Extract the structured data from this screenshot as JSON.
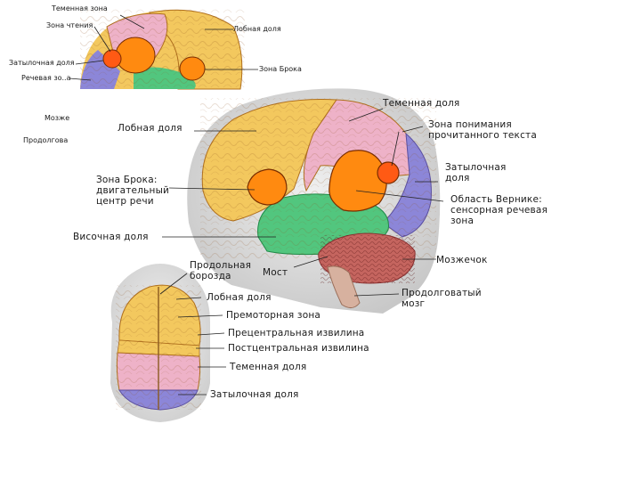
{
  "top_figure": {
    "labels": {
      "parietal_zone": "Теменная зона",
      "reading_zone": "Зона чтения",
      "frontal_lobe": "Лобная доля",
      "occipital_lobe": "Затылочная доля",
      "broca_zone": "Зона Брока",
      "speech_zone": "Речевая зо..а"
    }
  },
  "side_notes": {
    "cerebellum": "Мозже",
    "medulla": "Продолгова"
  },
  "main_figure": {
    "labels": {
      "parietal_lobe": "Теменная доля",
      "frontal_lobe": "Лобная доля",
      "comprehension_zone_1": "Зона понимания",
      "comprehension_zone_2": "прочитанного текста",
      "occipital_lobe_1": "Затылочная",
      "occipital_lobe_2": "доля",
      "broca_1": "Зона Брока:",
      "broca_2": "двигательный",
      "broca_3": "центр речи",
      "wernicke_1": "Область Вернике:",
      "wernicke_2": "сенсорная речевая",
      "wernicke_3": "зона",
      "temporal_lobe": "Височная доля",
      "cerebellum": "Мозжечок",
      "pons": "Мост",
      "medulla_1": "Продолговатый",
      "medulla_2": "мозг"
    }
  },
  "top_view_figure": {
    "labels": {
      "fissure_1": "Продольная",
      "fissure_2": "борозда",
      "frontal_lobe": "Лобная доля",
      "premotor_zone": "Премоторная зона",
      "precentral_gyrus": "Прецентральная извилина",
      "postcentral_gyrus": "Постцентральная извилина",
      "parietal_lobe": "Теменная доля",
      "occipital_lobe": "Затылочная доля"
    }
  },
  "colors": {
    "frontal": "#f3c85e",
    "parietal": "#eeb2c8",
    "occipital": "#8c86d8",
    "temporal": "#52c67e",
    "broca_wernicke": "#ff8a10",
    "reading": "#ff5a14",
    "cerebellum": "#c5655f",
    "stem": "#d7b19f",
    "head": "#d8d8d8"
  }
}
